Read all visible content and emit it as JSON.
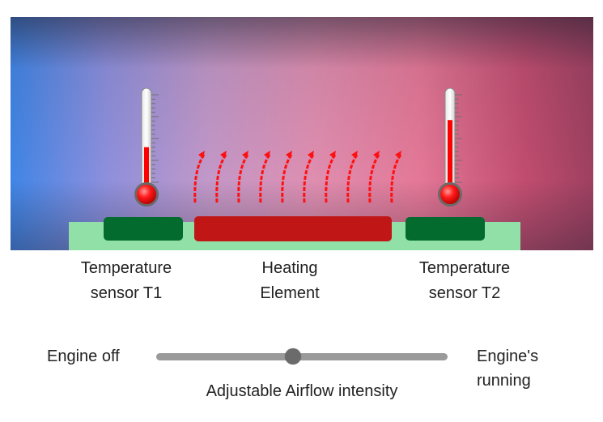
{
  "captions": {
    "sensor_t1": {
      "line1": "Temperature",
      "line2": "sensor T1"
    },
    "heater": {
      "line1": "Heating",
      "line2": "Element"
    },
    "sensor_t2": {
      "line1": "Temperature",
      "line2": "sensor T2"
    }
  },
  "controls": {
    "engine_off_label": "Engine off",
    "engine_on_label": {
      "line1": "Engine's",
      "line2": "running"
    },
    "slider_caption": "Adjustable Airflow intensity",
    "airflow_intensity_fraction": 0.47
  },
  "thermometers": {
    "t1_fill_fraction": 0.47,
    "t2_fill_fraction": 0.74
  },
  "colors": {
    "base_plate": "#90e0a8",
    "sensor_pad": "#036b2e",
    "heater": "#c01616",
    "mercury": "#ff0000",
    "heat_arrow": "#ff1010"
  },
  "icons": {
    "heat_arrows": "curved-up-arrow-icon",
    "thermometer": "thermometer-icon"
  }
}
